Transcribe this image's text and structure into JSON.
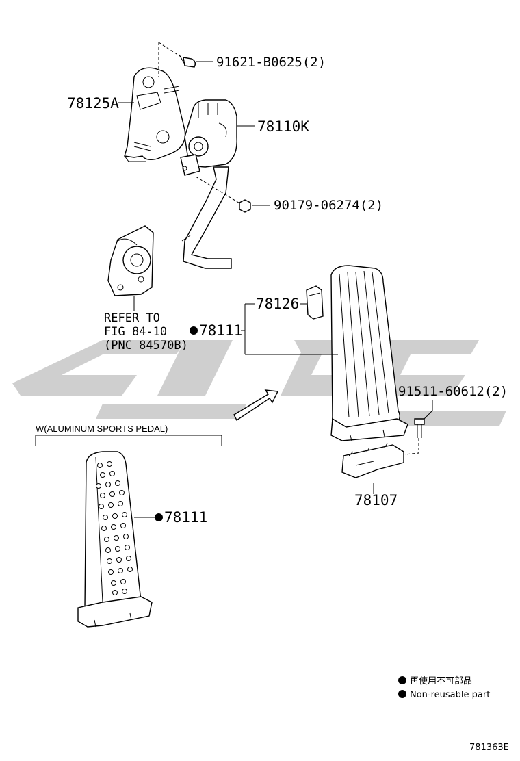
{
  "labels": {
    "bolt_top": "91621-B0625(2)",
    "bracket": "78125A",
    "sensor": "78110K",
    "nut": "90179-06274(2)",
    "refer_line1": "REFER TO",
    "refer_line2": "FIG 84-10",
    "refer_line3": "(PNC 84570B)",
    "pad": "78126",
    "pedal": "78111",
    "bolt_right": "91511-60612(2)",
    "pedal_bracket": "78107",
    "aluminum_variant": "W(ALUMINUM SPORTS PEDAL)",
    "aluminum_pedal": "78111"
  },
  "legend": {
    "japanese": "再使用不可部品",
    "english": "Non-reusable part"
  },
  "diagram_id": "781363E",
  "colors": {
    "watermark": "#c8c8c8",
    "line": "#000000"
  }
}
